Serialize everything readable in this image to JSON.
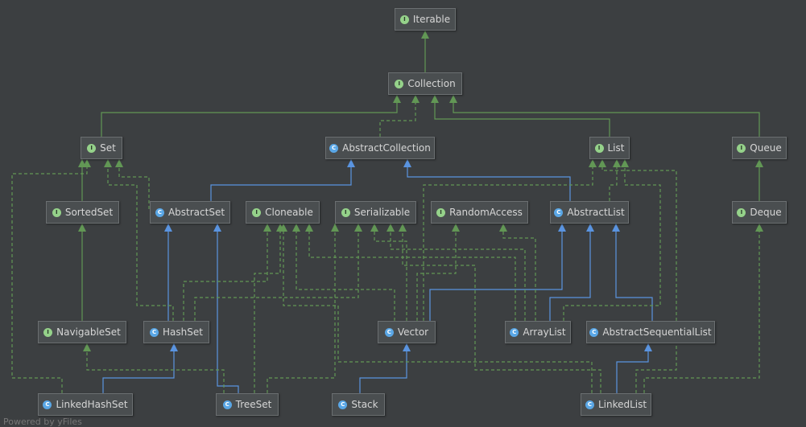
{
  "nodes": [
    {
      "label": "Iterable",
      "kind": "I"
    },
    {
      "label": "Collection",
      "kind": "I"
    },
    {
      "label": "Set",
      "kind": "I"
    },
    {
      "label": "AbstractCollection",
      "kind": "A"
    },
    {
      "label": "List",
      "kind": "I"
    },
    {
      "label": "Queue",
      "kind": "I"
    },
    {
      "label": "SortedSet",
      "kind": "I"
    },
    {
      "label": "AbstractSet",
      "kind": "A"
    },
    {
      "label": "Cloneable",
      "kind": "I"
    },
    {
      "label": "Serializable",
      "kind": "I"
    },
    {
      "label": "RandomAccess",
      "kind": "I"
    },
    {
      "label": "AbstractList",
      "kind": "A"
    },
    {
      "label": "Deque",
      "kind": "I"
    },
    {
      "label": "NavigableSet",
      "kind": "I"
    },
    {
      "label": "HashSet",
      "kind": "C"
    },
    {
      "label": "Vector",
      "kind": "C"
    },
    {
      "label": "ArrayList",
      "kind": "C"
    },
    {
      "label": "AbstractSequentialList",
      "kind": "A"
    },
    {
      "label": "LinkedHashSet",
      "kind": "C"
    },
    {
      "label": "TreeSet",
      "kind": "C"
    },
    {
      "label": "Stack",
      "kind": "C"
    },
    {
      "label": "LinkedList",
      "kind": "C"
    }
  ],
  "footer": "Powered by yFiles",
  "colors": {
    "implements": "#629755",
    "extends": "#5a94e0"
  }
}
